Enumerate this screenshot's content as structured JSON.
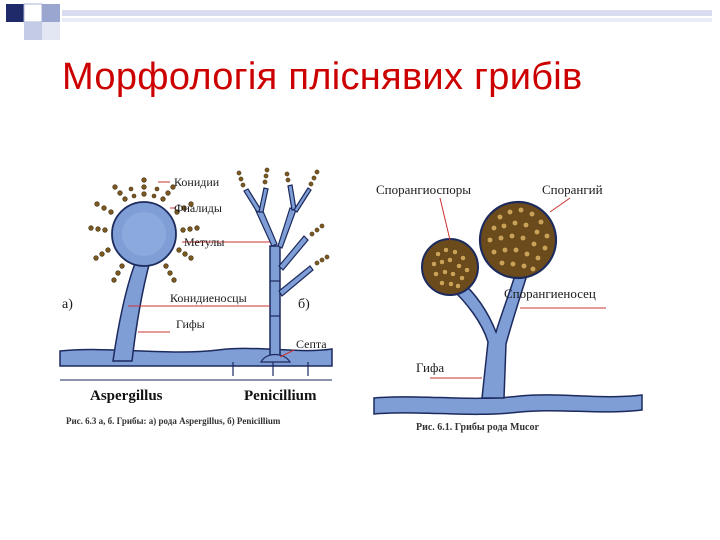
{
  "title": "Морфологія пліснявих грибів",
  "colors": {
    "title": "#cc0000",
    "hypha": "#7f9ed6",
    "hypha_stroke": "#1c2a5e",
    "spore": "#7a5a22"
  },
  "left_figure": {
    "labels": {
      "conidia": "Конидии",
      "phialides": "Фиалиды",
      "metulae": "Метулы",
      "conidiophores": "Конидиеносцы",
      "hyphae": "Гифы",
      "septa": "Септа",
      "marker_a": "а)",
      "marker_b": "б)"
    },
    "genus_a": "Aspergillus",
    "genus_b": "Penicillium",
    "caption": "Рис. 6.3 а, б. Грибы: а) рода Aspergillus, б) Penicillium"
  },
  "right_figure": {
    "labels": {
      "sporangiospores": "Спорангиоспоры",
      "sporangium": "Спорангий",
      "sporangiophore": "Спорангиеносец",
      "hypha": "Гифа"
    },
    "caption": "Рис. 6.1. Грибы рода Mucor"
  }
}
